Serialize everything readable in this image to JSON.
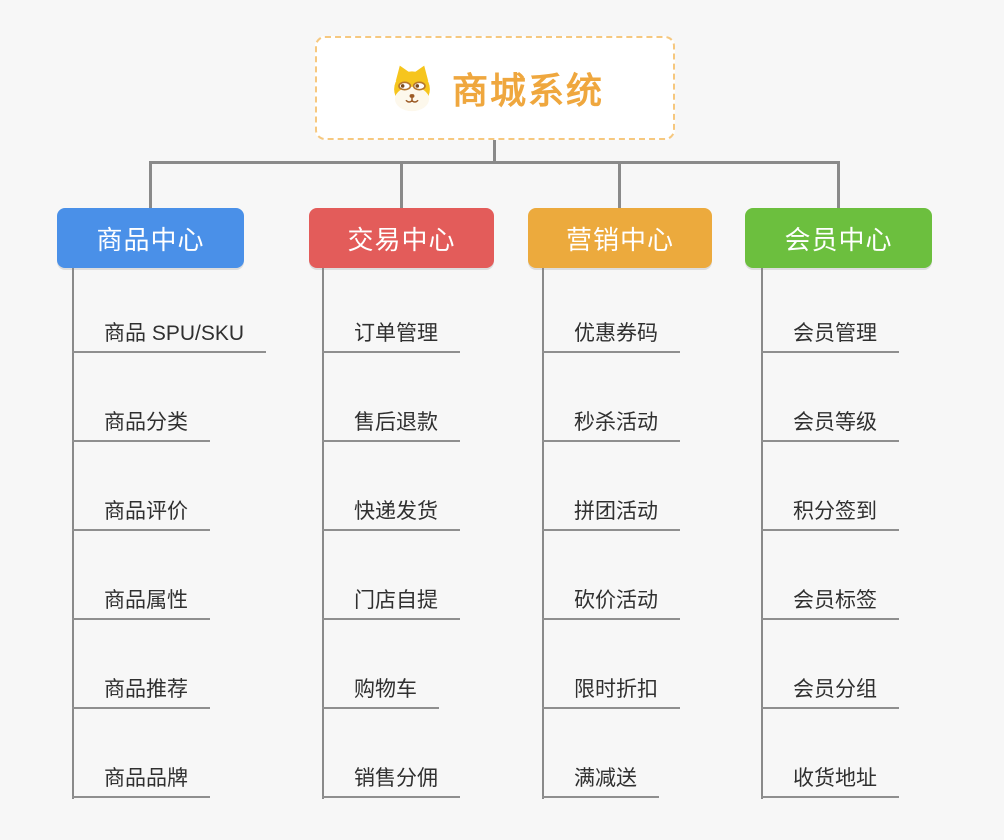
{
  "root": {
    "title": "商城系统",
    "icon": "shiba-dog-icon",
    "title_color": "#efa73e",
    "border_color": "#f6c87f"
  },
  "branches": [
    {
      "label": "商品中心",
      "color": "#4a90e8",
      "items": [
        "商品 SPU/SKU",
        "商品分类",
        "商品评价",
        "商品属性",
        "商品推荐",
        "商品品牌"
      ]
    },
    {
      "label": "交易中心",
      "color": "#e35c5a",
      "items": [
        "订单管理",
        "售后退款",
        "快递发货",
        "门店自提",
        "购物车",
        "销售分佣"
      ]
    },
    {
      "label": "营销中心",
      "color": "#ecaa3d",
      "items": [
        "优惠券码",
        "秒杀活动",
        "拼团活动",
        "砍价活动",
        "限时折扣",
        "满减送"
      ]
    },
    {
      "label": "会员中心",
      "color": "#6cbf3e",
      "items": [
        "会员管理",
        "会员等级",
        "积分签到",
        "会员标签",
        "会员分组",
        "收货地址"
      ]
    }
  ],
  "connector_color": "#8a8a8a",
  "background_color": "#f7f7f7"
}
